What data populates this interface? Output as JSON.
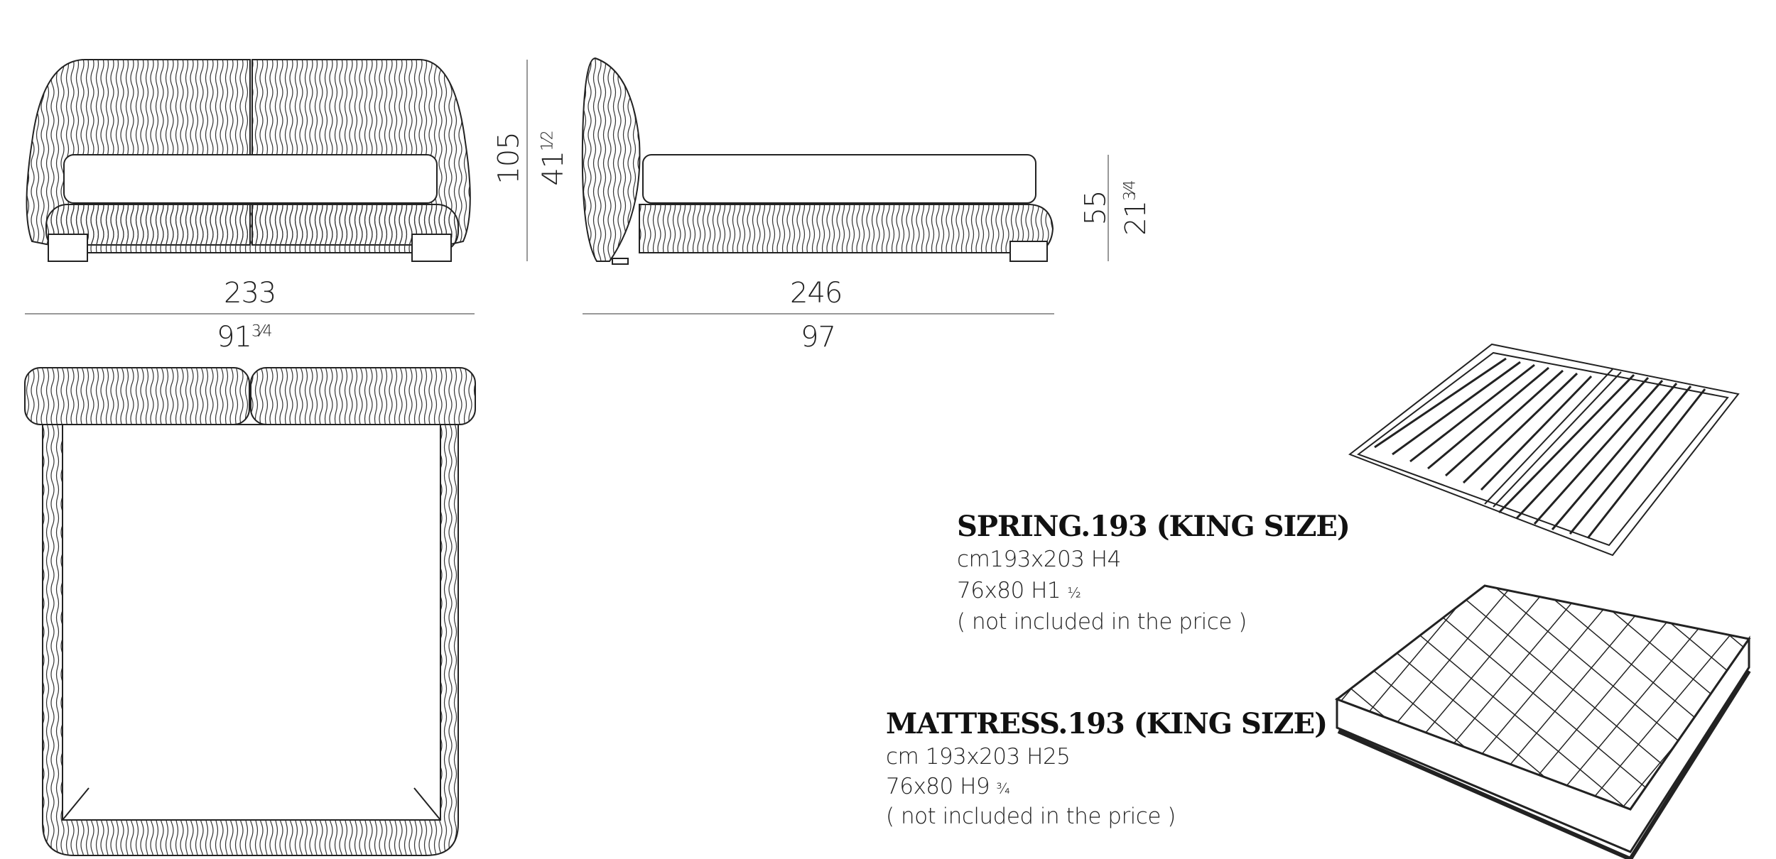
{
  "front_view": {
    "width_cm": "233",
    "width_in": "91",
    "width_in_frac": "3⁄4",
    "height_cm": "105",
    "height_in": "41",
    "height_in_frac": "1⁄2"
  },
  "side_view": {
    "length_cm": "246",
    "length_in": "97",
    "height_cm": "55",
    "height_in": "21",
    "height_in_frac": "3⁄4"
  },
  "spring": {
    "title": "SPRING.193 (KING SIZE)",
    "cm": "cm193x203 H4",
    "inches": "76x80 H1",
    "inches_frac": "½",
    "note": "( not included in the price )"
  },
  "mattress": {
    "title": "MATTRESS.193 (KING SIZE)",
    "cm": "cm 193x203 H25",
    "inches": "76x80 H9",
    "inches_frac": "¾",
    "note": "( not included in the price )"
  }
}
